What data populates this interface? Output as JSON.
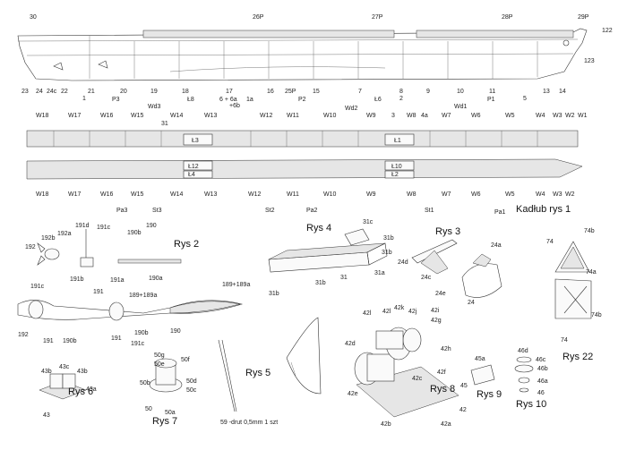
{
  "hull_side_labels": {
    "top": [
      "30",
      "26P",
      "27P",
      "28P",
      "29P",
      "122",
      "123"
    ],
    "bottom": [
      "23",
      "24",
      "24c",
      "22",
      "21",
      "20",
      "19",
      "18",
      "17",
      "6 + 6a",
      "+6b",
      "16",
      "25P",
      "15",
      "7",
      "8",
      "2",
      "9",
      "10",
      "11",
      "5",
      "13",
      "14"
    ]
  },
  "deck_plan_labels": {
    "upper_row": [
      "W18",
      "W17",
      "W16",
      "W15",
      "W14",
      "W13",
      "W12",
      "W11",
      "W10",
      "W9",
      "W8",
      "W7",
      "W6",
      "W5",
      "W4",
      "W3",
      "W2",
      "W1"
    ],
    "extra_upper": [
      "1",
      "P3",
      "31",
      "Ł8",
      "1a",
      "P2",
      "Wd3",
      "Wd2",
      "Ł6",
      "3",
      "4a",
      "Wd1",
      "P1",
      "Ł3",
      "Ł1"
    ],
    "lower_row": [
      "W18",
      "W17",
      "W16",
      "W15",
      "W14",
      "W13",
      "W12",
      "W11",
      "W10",
      "W9",
      "W8",
      "W7",
      "W6",
      "W5",
      "W4",
      "W3",
      "W2"
    ],
    "extra_lower": [
      "Ł12",
      "Ł4",
      "Ł10",
      "Ł2",
      "Pa3",
      "St3",
      "St2",
      "Pa2",
      "St1",
      "Pa1"
    ],
    "title": "Kadłub rys 1"
  },
  "figures": {
    "rys2": {
      "title": "Rys 2",
      "labels": [
        "191d",
        "191c",
        "192b",
        "192a",
        "192",
        "191b",
        "191",
        "191a",
        "190b",
        "190",
        "190a",
        "191c",
        "189+189a",
        "189+189a",
        "192",
        "191",
        "190b",
        "191",
        "191c",
        "190b",
        "190"
      ]
    },
    "rys3": {
      "title": "Rys 3",
      "labels": [
        "24d",
        "24c",
        "24e",
        "24a",
        "24"
      ]
    },
    "rys4": {
      "title": "Rys 4",
      "labels": [
        "31c",
        "31b",
        "31b",
        "31b",
        "31",
        "31a"
      ]
    },
    "rys5": {
      "title": "Rys 5",
      "caption": "59 -drut 0,5mm 1 szt"
    },
    "rys6": {
      "title": "Rys 6",
      "labels": [
        "43b",
        "43c",
        "43b",
        "43a",
        "43"
      ]
    },
    "rys7": {
      "title": "Rys 7",
      "labels": [
        "50g",
        "50e",
        "50f",
        "50d",
        "50b",
        "50c",
        "50",
        "50a"
      ]
    },
    "rys8": {
      "title": "Rys 8",
      "labels": [
        "42l",
        "42l",
        "42k",
        "42j",
        "42i",
        "42g",
        "42d",
        "42h",
        "42f",
        "42c",
        "42e",
        "42",
        "42b",
        "42a"
      ]
    },
    "rys9": {
      "title": "Rys 9",
      "labels": [
        "45a",
        "45"
      ]
    },
    "rys10": {
      "title": "Rys 10",
      "labels": [
        "46d",
        "46c",
        "46b",
        "46a",
        "46"
      ]
    },
    "rys22": {
      "title": "Rys 22",
      "labels": [
        "74",
        "74b",
        "74a",
        "74b",
        "74"
      ]
    }
  }
}
